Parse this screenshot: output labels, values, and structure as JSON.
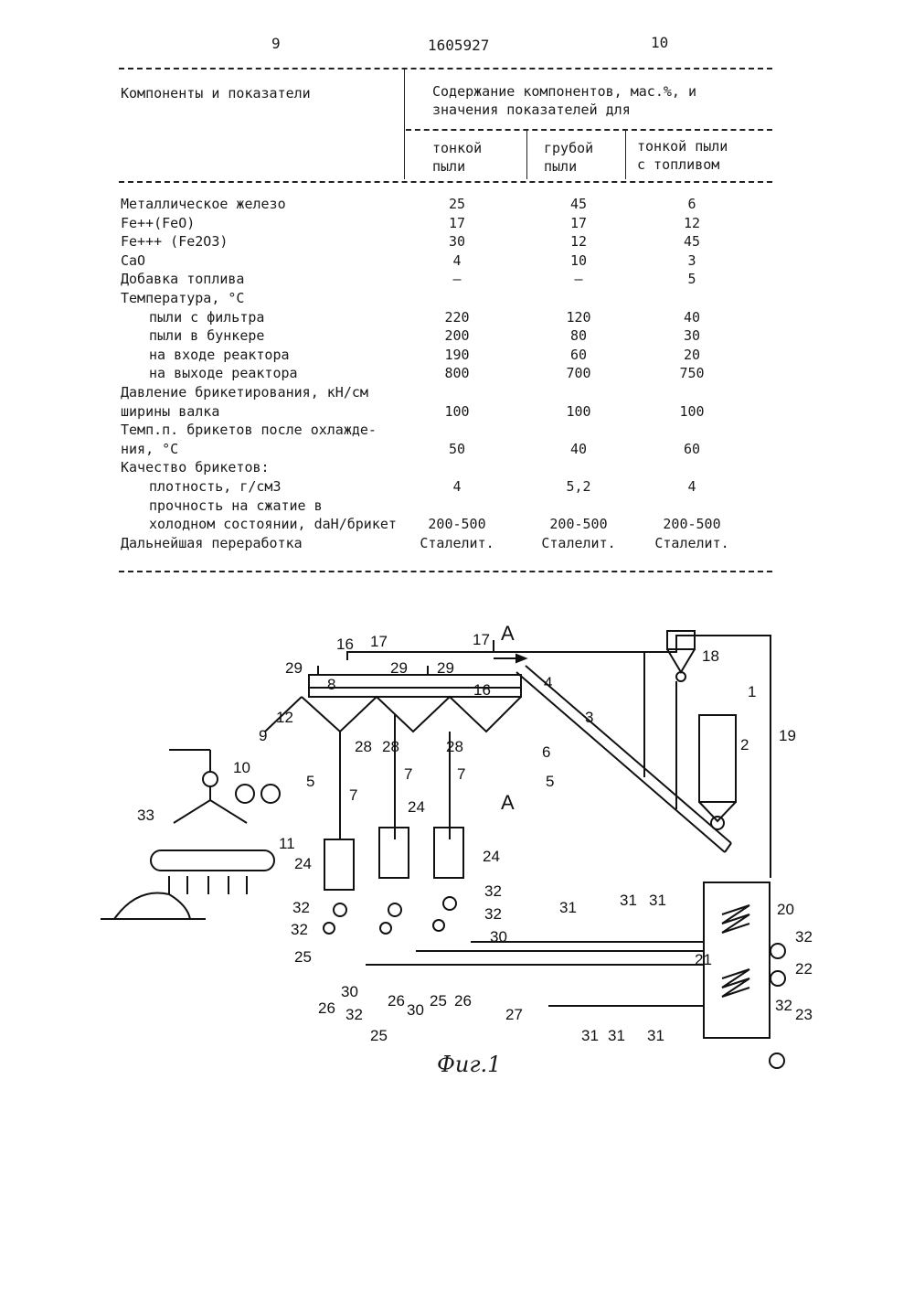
{
  "header": {
    "page_left": "9",
    "patent_no": "1605927",
    "page_right": "10"
  },
  "table": {
    "col_header_left": "Компоненты и показатели",
    "col_header_main_line1": "Содержание компонентов, мас.%, и",
    "col_header_main_line2": "значения показателей для",
    "sub1_line1": "тонкой",
    "sub1_line2": "пыли",
    "sub2_line1": "грубой",
    "sub2_line2": "пыли",
    "sub3_line1": "тонкой пыли",
    "sub3_line2": "с топливом",
    "rows": [
      {
        "label": "Металлическое железо",
        "v1": "25",
        "v2": "45",
        "v3": "6"
      },
      {
        "label": "Fe++(FeO)",
        "v1": "17",
        "v2": "17",
        "v3": "12"
      },
      {
        "label": "Fe+++   (Fe2O3)",
        "v1": "30",
        "v2": "12",
        "v3": "45"
      },
      {
        "label": "CaO",
        "v1": "4",
        "v2": "10",
        "v3": "3"
      },
      {
        "label": "Добавка топлива",
        "v1": "–",
        "v2": "–",
        "v3": "5"
      },
      {
        "label": "Температура, °С",
        "v1": "",
        "v2": "",
        "v3": ""
      },
      {
        "label": "пыли с фильтра",
        "v1": "220",
        "v2": "120",
        "v3": "40"
      },
      {
        "label": "пыли в бункере",
        "v1": "200",
        "v2": "80",
        "v3": "30"
      },
      {
        "label": "на входе реактора",
        "v1": "190",
        "v2": "60",
        "v3": "20"
      },
      {
        "label": "на выходе реактора",
        "v1": "800",
        "v2": "700",
        "v3": "750"
      },
      {
        "label": "Давление брикетирования, кН/см",
        "v1": "",
        "v2": "",
        "v3": ""
      },
      {
        "label": "ширины валка",
        "v1": "100",
        "v2": "100",
        "v3": "100"
      },
      {
        "label": "Темп.п. брикетов после охлажде-",
        "v1": "",
        "v2": "",
        "v3": ""
      },
      {
        "label": "ния, °С",
        "v1": "50",
        "v2": "40",
        "v3": "60"
      },
      {
        "label": "Качество брикетов:",
        "v1": "",
        "v2": "",
        "v3": ""
      },
      {
        "label": "плотность, г/см3",
        "v1": "4",
        "v2": "5,2",
        "v3": "4"
      },
      {
        "label": "прочность на сжатие в",
        "v1": "",
        "v2": "",
        "v3": ""
      },
      {
        "label": "холодном состоянии, daH/брикет",
        "v1": "200-500",
        "v2": "200-500",
        "v3": "200-500"
      },
      {
        "label": "Дальнейшая переработка",
        "v1": "Сталелит.",
        "v2": "Сталелит.",
        "v3": "Сталелит."
      }
    ]
  },
  "figure": {
    "caption": "Фиг.1",
    "section_label": "A",
    "labels": [
      "1",
      "2",
      "3",
      "4",
      "5",
      "6",
      "7",
      "8",
      "9",
      "10",
      "11",
      "12",
      "16",
      "17",
      "18",
      "19",
      "20",
      "21",
      "22",
      "23",
      "24",
      "25",
      "26",
      "27",
      "28",
      "29",
      "30",
      "31",
      "32",
      "33"
    ]
  }
}
